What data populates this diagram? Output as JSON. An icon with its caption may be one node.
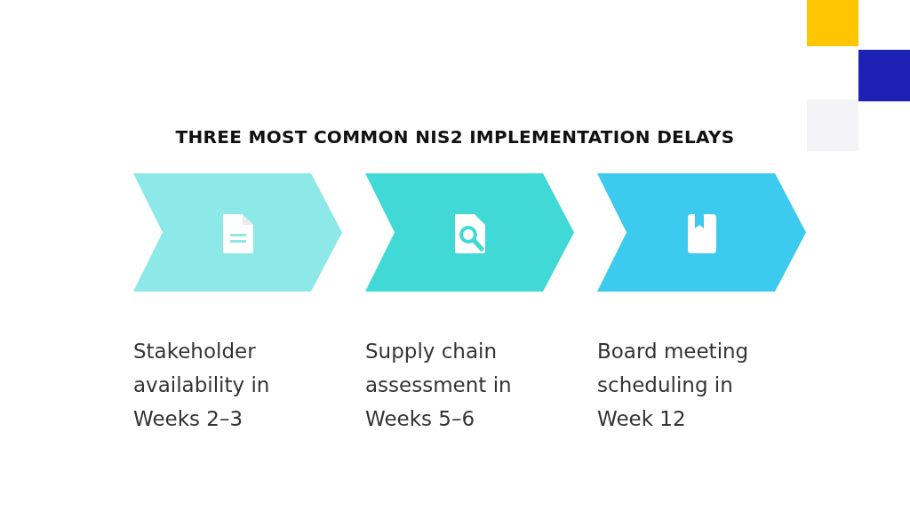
{
  "diagram": {
    "title": "THREE MOST COMMON NIS2 IMPLEMENTATION DELAYS",
    "nodes": [
      {
        "text": [],
        "shape": "chevron",
        "beside": [
          "Stakeholder availability in Weeks 2–3"
        ]
      },
      {
        "text": [],
        "shape": "chevron",
        "beside": [
          "Supply chain assessment in Weeks 5–6"
        ]
      },
      {
        "text": [],
        "shape": "chevron",
        "beside": [
          "Board meeting scheduling in Week 12"
        ]
      }
    ]
  }
}
